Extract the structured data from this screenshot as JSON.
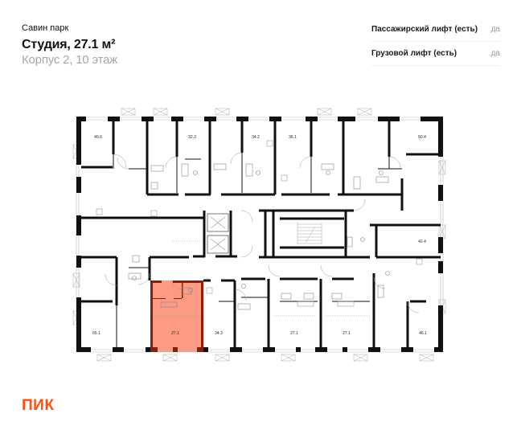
{
  "header": {
    "project": "Савин парк",
    "title": "Студия, 27.1 м²",
    "subtitle": "Корпус 2, 10 этаж"
  },
  "features": [
    {
      "label": "Пассажирский лифт (есть)",
      "value": "да"
    },
    {
      "label": "Грузовой лифт (есть)",
      "value": "да"
    }
  ],
  "brand": {
    "logo": "ПИК",
    "color": "#ff4f12"
  },
  "floor_plan": {
    "highlight_color": "#fc9a84",
    "highlight_wall_color": "#8a1d08",
    "units": [
      {
        "id": "u1",
        "area": "49.6"
      },
      {
        "id": "u2",
        "area": "32.3"
      },
      {
        "id": "u3",
        "area": "34.2"
      },
      {
        "id": "u4",
        "area": "36.1"
      },
      {
        "id": "u5",
        "area": "50.4"
      },
      {
        "id": "u6",
        "area": "42.4"
      },
      {
        "id": "u7",
        "area": "65.1"
      },
      {
        "id": "u8",
        "area": "27.1",
        "selected": true
      },
      {
        "id": "u9",
        "area": "34.3"
      },
      {
        "id": "u10",
        "area": "27.1"
      },
      {
        "id": "u11",
        "area": "27.1"
      },
      {
        "id": "u12",
        "area": "46.1"
      }
    ]
  }
}
